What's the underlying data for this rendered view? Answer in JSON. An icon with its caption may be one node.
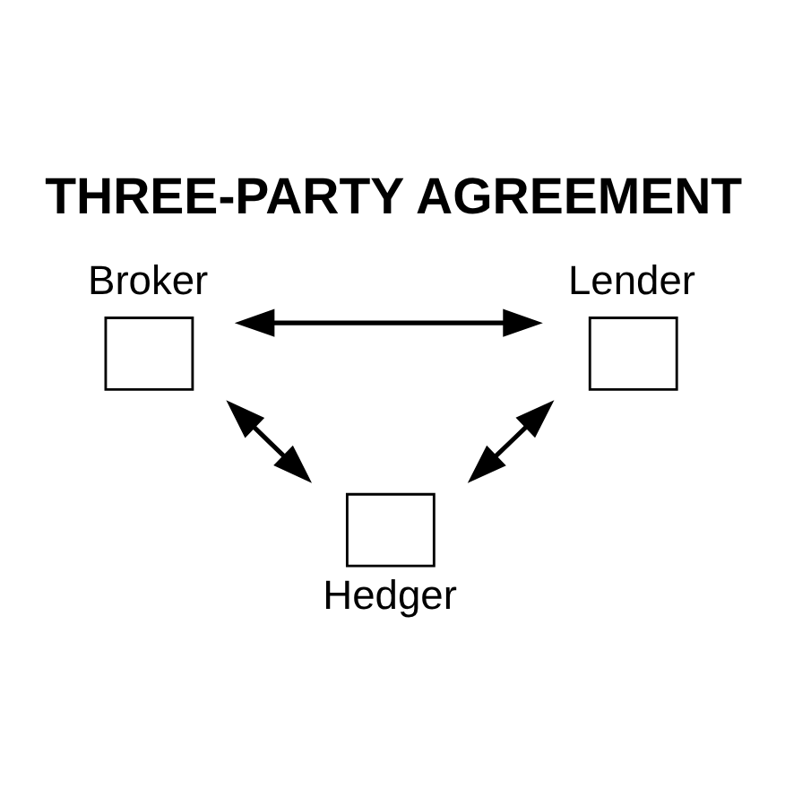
{
  "diagram": {
    "title": "THREE-PARTY AGREEMENT",
    "nodes": [
      {
        "text": [
          "Broker"
        ]
      },
      {
        "text": [
          "Lender"
        ]
      },
      {
        "text": [
          "Hedger"
        ]
      }
    ],
    "edges": [
      {
        "from": 0,
        "to": 1,
        "arrow": "both"
      },
      {
        "from": 0,
        "to": 2,
        "arrow": "both"
      },
      {
        "from": 1,
        "to": 2,
        "arrow": "both"
      }
    ]
  }
}
